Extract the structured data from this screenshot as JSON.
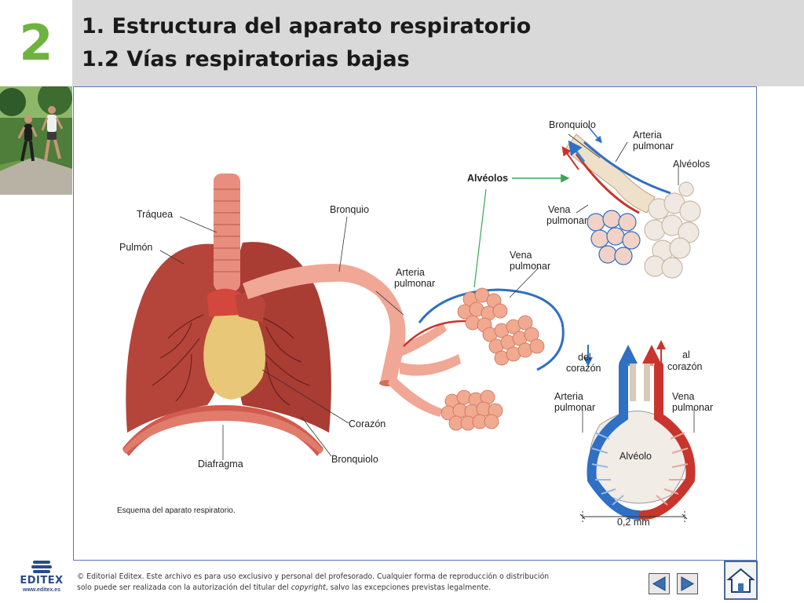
{
  "header": {
    "chapter_number": "2",
    "title_line1": "1. Estructura del aparato respiratorio",
    "title_line2": "1.2 Vías respiratorias bajas"
  },
  "diagram": {
    "labels": {
      "traquea": "Tráquea",
      "pulmon": "Pulmón",
      "bronquio": "Bronquio",
      "alveolos_callout": "Alvéolos",
      "arteria_pulmonar_mid_1": "Arteria",
      "arteria_pulmonar_mid_2": "pulmonar",
      "vena_pulmonar_mid_1": "Vena",
      "vena_pulmonar_mid_2": "pulmonar",
      "corazon": "Corazón",
      "bronquiolo_bottom": "Bronquiolo",
      "diafragma": "Diafragma",
      "bronquiolo_top": "Bronquiolo",
      "arteria_pulmonar_top_1": "Arteria",
      "arteria_pulmonar_top_2": "pulmonar",
      "alveolos_top": "Alvéolos",
      "vena_pulmonar_top_1": "Vena",
      "vena_pulmonar_top_2": "pulmonar",
      "del_corazon_1": "del",
      "del_corazon_2": "corazón",
      "al_corazon_1": "al",
      "al_corazon_2": "corazón",
      "arteria_pulmonar_bot_1": "Arteria",
      "arteria_pulmonar_bot_2": "pulmonar",
      "vena_pulmonar_bot_1": "Vena",
      "vena_pulmonar_bot_2": "pulmonar",
      "alveolo": "Alvéolo",
      "scale": "0,2 mm"
    },
    "caption": "Esquema del aparato respiratorio.",
    "colors": {
      "lung": "#b5453a",
      "artery": "#2f6fc4",
      "vein": "#c9352c",
      "alveoli": "#f1a98f",
      "callout_line": "#3aa655"
    }
  },
  "footer": {
    "logo_text": "EDITEX",
    "logo_url": "www.editex.es",
    "copyright_1": "© Editorial Editex. Este archivo es para uso exclusivo y personal del profesorado. Cualquier forma de reproducción o distribución",
    "copyright_2a": "solo puede ser realizada con la autorización del titular del ",
    "copyright_2b": "copyright",
    "copyright_2c": ", salvo las excepciones previstas legalmente."
  },
  "nav": {
    "prev_icon": "triangle-left-icon",
    "next_icon": "triangle-right-icon",
    "home_icon": "house-icon"
  }
}
